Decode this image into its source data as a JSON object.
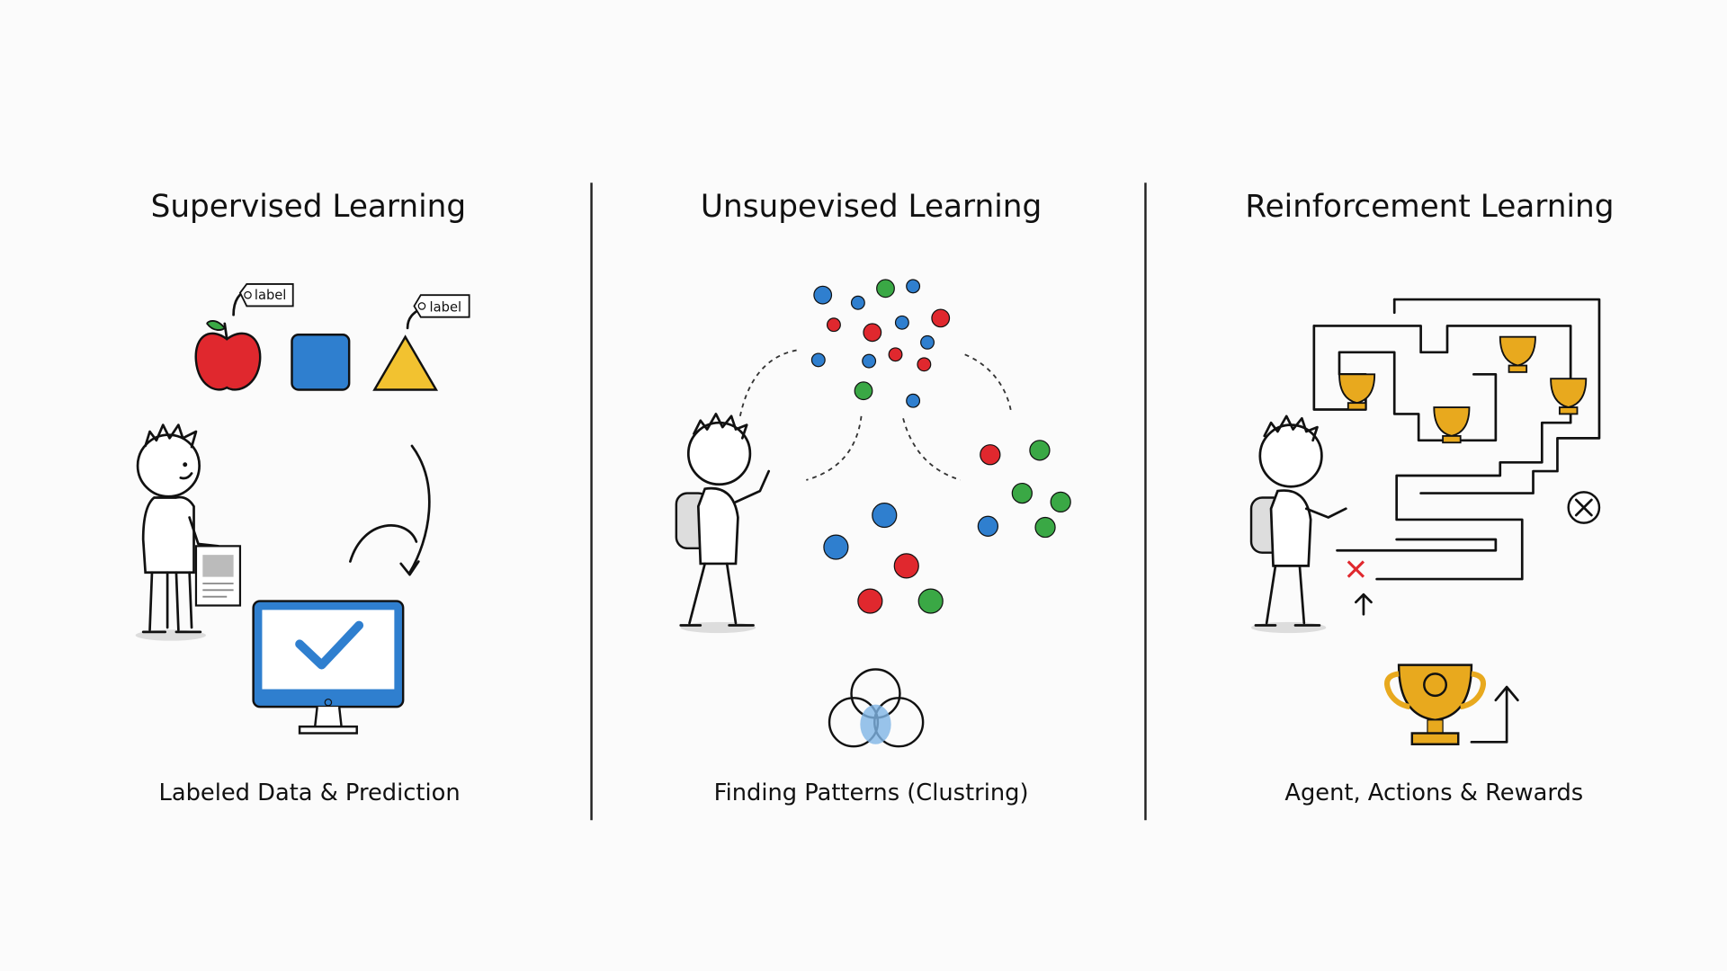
{
  "panels": [
    {
      "title": "Supervised Learning",
      "caption": "Labeled Data & Prediction",
      "tags": [
        "label",
        "label"
      ]
    },
    {
      "title": "Unsupevised Learning",
      "caption": "Finding Patterns (Clustring)"
    },
    {
      "title": "Reinforcement Learning",
      "caption": "Agent, Actions & Rewards"
    }
  ],
  "colors": {
    "red": "#e0282e",
    "blue": "#2f7fcf",
    "green": "#3aa845",
    "yellow": "#f2c230",
    "gold": "#e8a91e"
  }
}
